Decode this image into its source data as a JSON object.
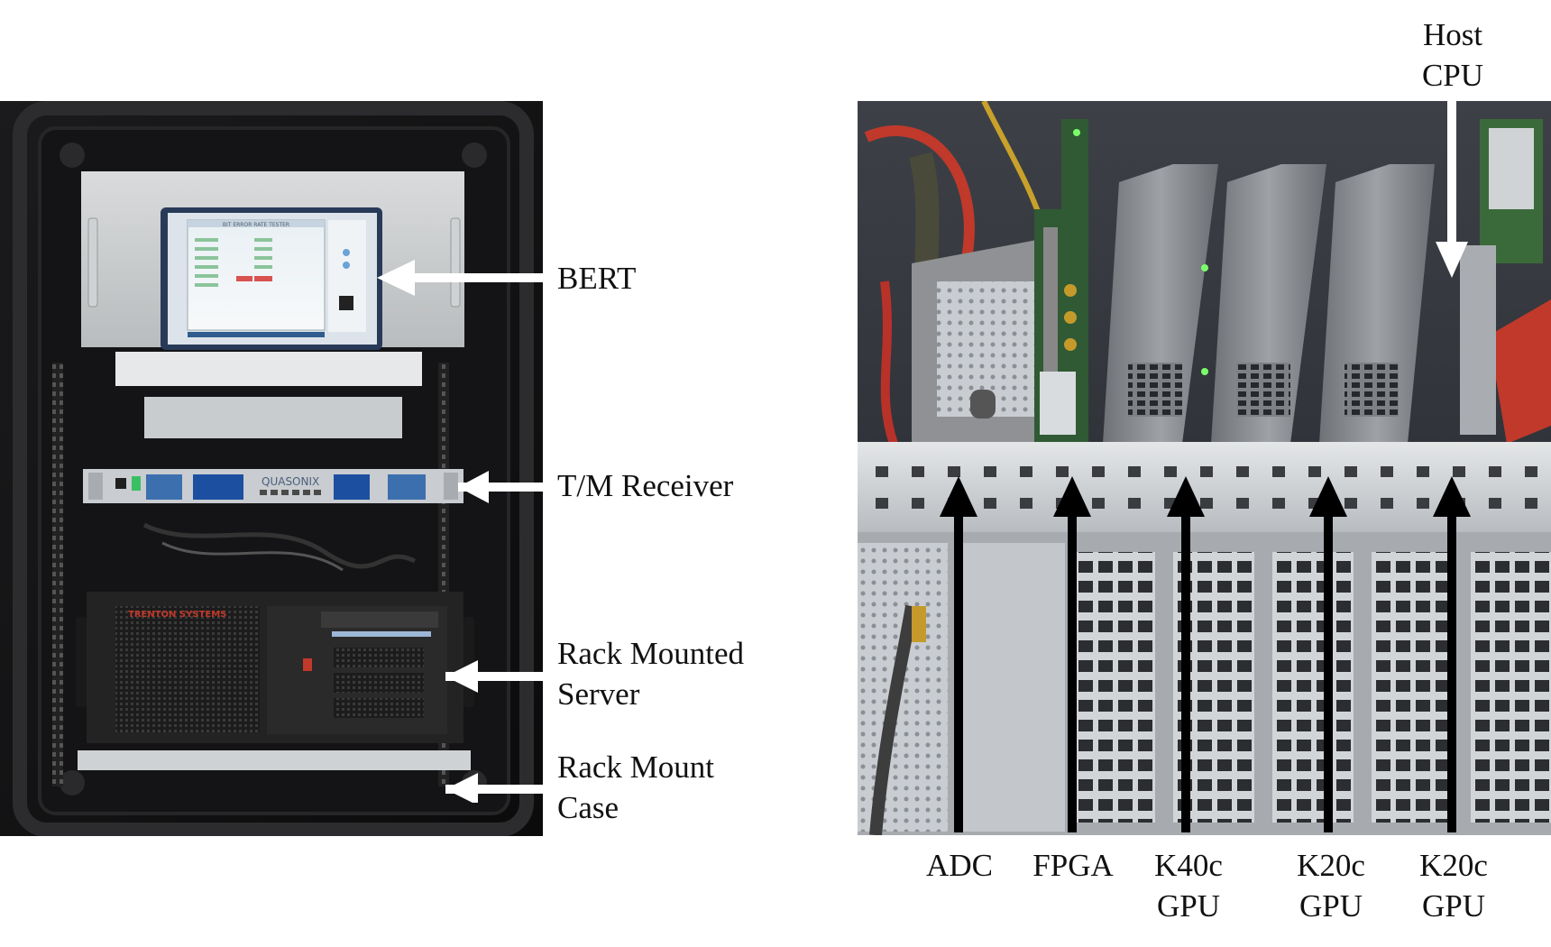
{
  "figure": {
    "left_photo": {
      "screen_title": "BIT ERROR RATE TESTER",
      "receiver_brand": "QUASONIX",
      "server_brand": "TRENTON SYSTEMS",
      "callouts": {
        "bert": "BERT",
        "tm_receiver": "T/M Receiver",
        "server_line1": "Rack Mounted",
        "server_line2": "Server",
        "case_line1": "Rack Mount",
        "case_line2": "Case"
      }
    },
    "right_photo": {
      "host_cpu": {
        "line1": "Host",
        "line2": "CPU"
      },
      "cards": [
        {
          "line1": "ADC",
          "line2": ""
        },
        {
          "line1": "FPGA",
          "line2": ""
        },
        {
          "line1": "K40c",
          "line2": "GPU"
        },
        {
          "line1": "K20c",
          "line2": "GPU"
        },
        {
          "line1": "K20c",
          "line2": "GPU"
        }
      ]
    },
    "colors": {
      "arrow_left": "#ffffff",
      "arrow_right": "#000000",
      "label_text": "#111111"
    }
  }
}
